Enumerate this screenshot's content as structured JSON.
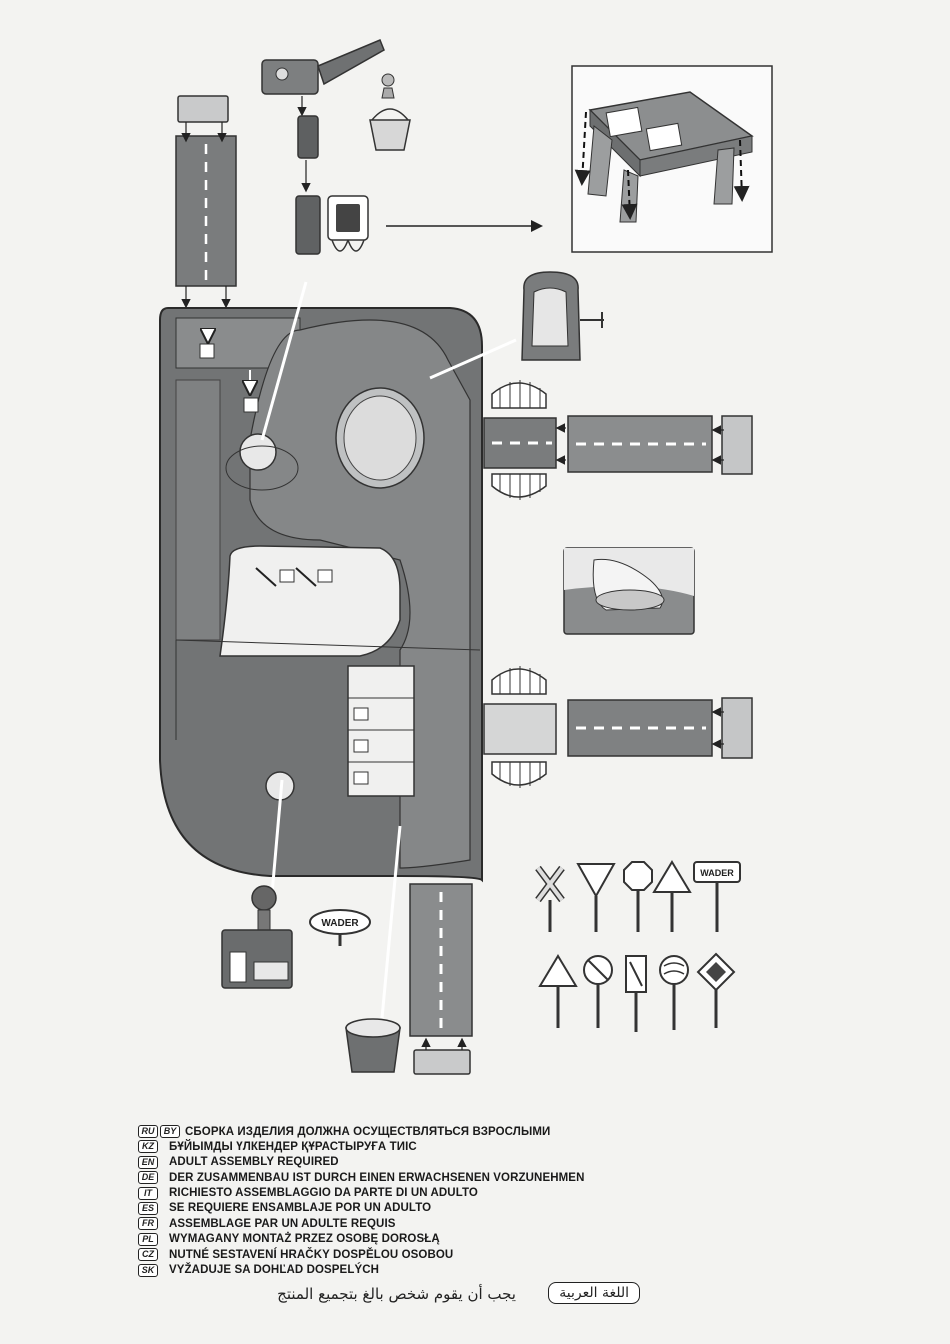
{
  "brand": {
    "logo_text": "WADER"
  },
  "assembly_notes": [
    {
      "codes": [
        "RU",
        "BY"
      ],
      "text": "СБОРКА ИЗДЕЛИЯ ДОЛЖНА ОСУЩЕСТВЛЯТЬСЯ ВЗРОСЛЫМИ"
    },
    {
      "codes": [
        "KZ"
      ],
      "text": "БҰЙЫМДЫ ҮЛКЕНДЕР ҚҰРАСТЫРУҒА ТИІС"
    },
    {
      "codes": [
        "EN"
      ],
      "text": "ADULT ASSEMBLY REQUIRED"
    },
    {
      "codes": [
        "DE"
      ],
      "text": "DER ZUSAMMENBAU IST DURCH EINEN ERWACHSENEN VORZUNEHMEN"
    },
    {
      "codes": [
        "IT"
      ],
      "text": "RICHIESTO ASSEMBLAGGIO DA PARTE DI UN ADULTO"
    },
    {
      "codes": [
        "ES"
      ],
      "text": "SE REQUIERE ENSAMBLAJE POR UN ADULTO"
    },
    {
      "codes": [
        "FR"
      ],
      "text": "ASSEMBLAGE PAR UN ADULTE REQUIS"
    },
    {
      "codes": [
        "PL"
      ],
      "text": "WYMAGANY MONTAŻ PRZEZ OSOBĘ DOROSŁĄ"
    },
    {
      "codes": [
        "CZ"
      ],
      "text": "NUTNÉ SESTAVENÍ HRAČKY DOSPĚLOU OSOBOU"
    },
    {
      "codes": [
        "SK"
      ],
      "text": "VYŽADUJE SA DOHĽAD DOSPELÝCH"
    }
  ],
  "arabic": {
    "label": "اللغة العربية",
    "text": "يجب أن يقوم شخص بالغ بتجميع المنتج"
  },
  "colors": {
    "track_dark": "#6b6d6e",
    "track_mid": "#8a8c8d",
    "track_light": "#b9bbbc",
    "outline": "#2a2a2a",
    "paper": "#f3f3f1"
  }
}
